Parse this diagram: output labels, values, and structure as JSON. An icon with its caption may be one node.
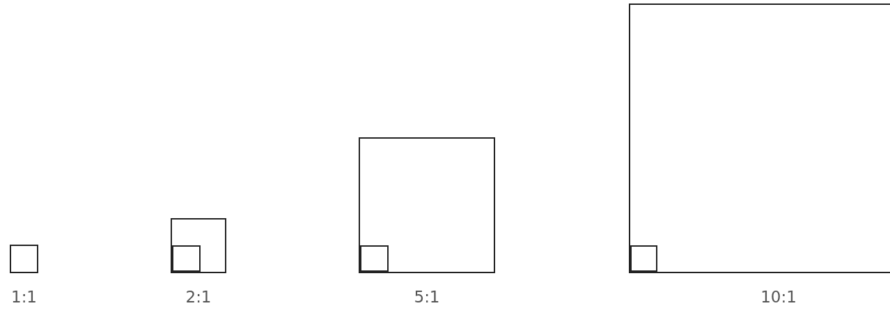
{
  "diagram": {
    "nodes": [
      {
        "text": [],
        "shape": "box",
        "beside": [
          "1:1"
        ]
      },
      {
        "text": [],
        "shape": "box",
        "beside": [
          "2:1"
        ]
      },
      {
        "text": [],
        "shape": "box",
        "in": 1
      },
      {
        "text": [],
        "shape": "box",
        "beside": [
          "5:1"
        ]
      },
      {
        "text": [],
        "shape": "box",
        "in": 3
      },
      {
        "text": [],
        "shape": "box",
        "beside": [
          "10:1"
        ]
      },
      {
        "text": [],
        "shape": "box",
        "in": 5
      }
    ]
  }
}
